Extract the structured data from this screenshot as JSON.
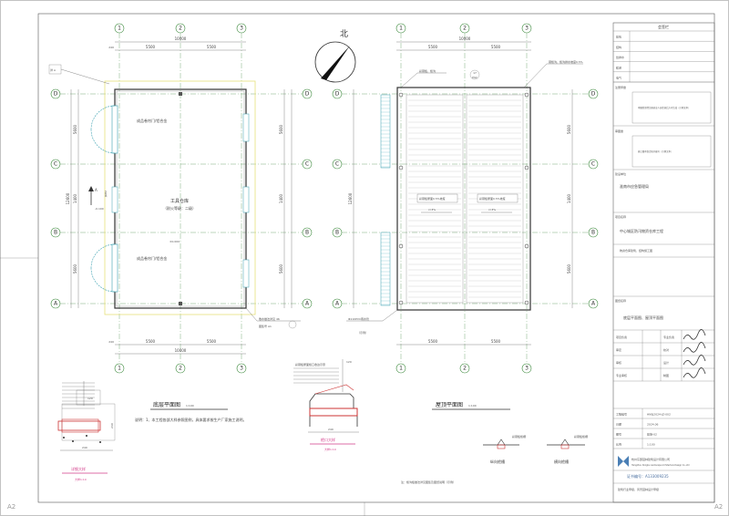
{
  "sheet": {
    "size_label": "A2",
    "border_color": "#8a8a8a",
    "accent_green": "#3d8a3d",
    "accent_red": "#cc3333",
    "accent_magenta": "#d33c8a"
  },
  "grid_labels": {
    "columns": [
      "1",
      "2",
      "3"
    ],
    "rows": [
      "D",
      "C",
      "B",
      "A"
    ]
  },
  "plan_left": {
    "title": "底层平面图",
    "scale": "1:100",
    "dims_top_total": "10000",
    "dims_top": [
      "5500",
      "5500"
    ],
    "dims_bottom_total": "10000",
    "dims_bottom": [
      "5500",
      "5500"
    ],
    "dims_edge": "240",
    "dims_left": [
      "5600",
      "1400",
      "5600"
    ],
    "dims_left_total": "12600",
    "dims_right": [
      "5600",
      "1400",
      "5600"
    ],
    "room_name": "工具仓库",
    "room_sub": "（耐火等级：二级）",
    "note_top": "成品卷帘门/铝合金",
    "note_bottom": "成品卷帘门/铝合金",
    "elev_mark": "±0.000",
    "elev_mark2": "-0.100",
    "door_code": "JLM2",
    "callout_right": "散水做法详见 46",
    "callout_right2": "图集号 A1",
    "callout_left": "详 A",
    "note": "说明：1、本工程各部大样参照图例，具体要求按生产厂家施工说明。"
  },
  "plan_right": {
    "title": "屋顶平面图",
    "scale": "1:100",
    "dims_top_total": "10000",
    "dims_top": [
      "5500",
      "5500"
    ],
    "dims_bottom": [
      "5500",
      "5500"
    ],
    "dims_left_total": "12600",
    "dims_right": [
      "5600",
      "1400",
      "5600"
    ],
    "note_top_left": "彩钢板，檐沟",
    "note_top_right": "钢檐沟，檐沟排水坡度0.5%",
    "gutter_tag": "17",
    "gutter_tag2": "P92",
    "label_a": "彩钢板屋面0.5%坡度",
    "label_b": "彩钢板屋面0.5%坡度",
    "drain_note": "Φ110PVC雨水管",
    "drain_sub": "（示例）",
    "bottom_note": "注：檐沟板做法详见图集及图纸说明（示例）",
    "slope_a": "i=3%",
    "slope_b": "i=3%"
  },
  "north": {
    "label": "北"
  },
  "details": {
    "d1_label": "详细大样",
    "d1_scale": "大样1:10",
    "d2_label": "檐口大样",
    "d2_scale": "大样1:10",
    "d2_dim": "120",
    "d2_width": "240",
    "d2_note": "彩钢板屋面檐口收边示意",
    "d1_dim": "240",
    "d1_dim_small": "120",
    "d1_height": "240",
    "j1_label": "纵向檐槽",
    "j2_label": "横向檐槽",
    "j_note1": "彩钢板檐槽",
    "j_note2": "彩钢板檐槽"
  },
  "title_block": {
    "header": "会签栏",
    "sign_rows": [
      "建筑",
      "结构",
      "给排水",
      "暖通",
      "电气"
    ],
    "stamp_label": "注册师章",
    "stamp_text": "本图纸须经注册执业人员签章后方可生效（示例文本）",
    "review_label": "审图章",
    "review_text": "施工图审查合格书编号（示例文本）",
    "client_label": "建设单位",
    "client": "淮南市应急管理局",
    "project_label": "项目名称",
    "project": "中心城区防汛物资仓库工程",
    "subproject": "物资仓库建筑、结构施工图",
    "drawing_label": "图纸名称",
    "drawing_title": "底层平面图、屋顶平面图",
    "roles": [
      {
        "role": "项目负责",
        "name": "",
        "role2": "专业负责",
        "name2": ""
      },
      {
        "role": "审定",
        "name": "",
        "role2": "校对",
        "name2": ""
      },
      {
        "role": "审核",
        "name": "",
        "role2": "设计",
        "name2": ""
      },
      {
        "role": "专业审核",
        "name": "",
        "role2": "制图",
        "name2": ""
      }
    ],
    "meta": [
      {
        "k": "工程编号",
        "v": "HNSJ2024-JZ-002"
      },
      {
        "k": "日期",
        "v": "2024.06"
      },
      {
        "k": "图号",
        "v": "建施-02"
      },
      {
        "k": "比例",
        "v": "1:100"
      }
    ],
    "company_cn": "杭州东部园林建筑设计有限公司",
    "company_en": "Hangzhou Dongbu Landscape Architecture Design Co.,Ltd",
    "cert": "证书编号：A133009235",
    "footer": "建筑行业甲级，风景园林设计甲级"
  }
}
